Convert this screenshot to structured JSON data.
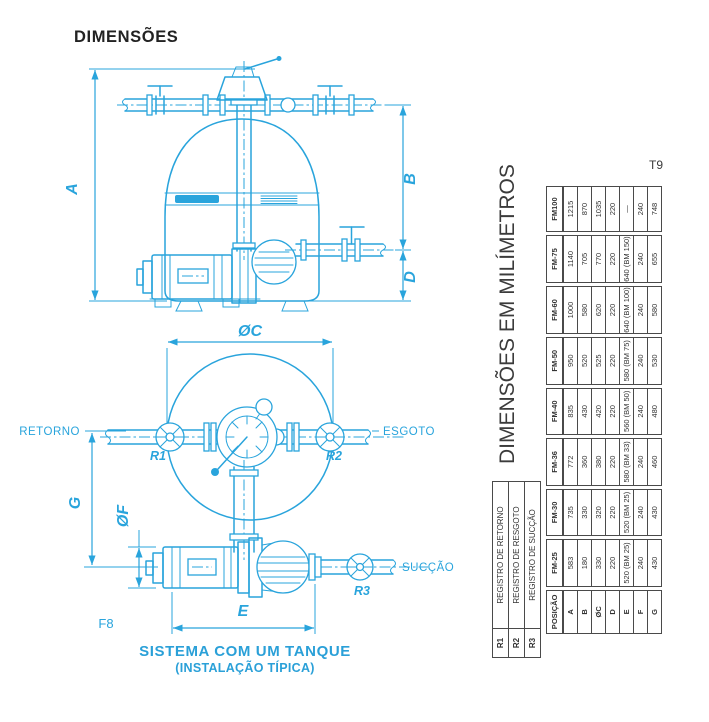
{
  "page": {
    "title": "DIMENSÕES",
    "page_ref": "T9",
    "figure_ref": "F8",
    "caption_line1": "SISTEMA COM UM TANQUE",
    "caption_line2": "(INSTALAÇÃO TÍPICA)"
  },
  "colors": {
    "diagram_blue": "#29a4dc",
    "text_dark": "#3a3a3a"
  },
  "diagram": {
    "labels": {
      "dim_a": "A",
      "dim_b": "B",
      "dim_d": "D",
      "dim_c": "ØC",
      "dim_f": "ØF",
      "dim_g": "G",
      "dim_e": "E",
      "retorno": "RETORNO",
      "esgoto": "ESGOTO",
      "succao": "SUCÇÃO",
      "r1": "R1",
      "r2": "R2",
      "r3": "R3"
    }
  },
  "legend": {
    "rows": [
      {
        "code": "R1",
        "label": "REGISTRO DE RETORNO"
      },
      {
        "code": "R2",
        "label": "REGISTRO DE RESGOTO"
      },
      {
        "code": "R3",
        "label": "REGISTRO DE SUCÇÃO"
      }
    ]
  },
  "table": {
    "title": "DIMENSÕES EM MILÍMETROS",
    "header": [
      "POSIÇÃO",
      "FM-25",
      "FM-30",
      "FM-36",
      "FM-40",
      "FM-50",
      "FM-60",
      "FM-75",
      "FM100"
    ],
    "rows": [
      [
        "A",
        "583",
        "735",
        "772",
        "835",
        "950",
        "1000",
        "1140",
        "1215"
      ],
      [
        "B",
        "180",
        "330",
        "360",
        "430",
        "520",
        "580",
        "705",
        "870"
      ],
      [
        "ØC",
        "330",
        "320",
        "380",
        "420",
        "525",
        "620",
        "770",
        "1035"
      ],
      [
        "D",
        "220",
        "220",
        "220",
        "220",
        "220",
        "220",
        "220",
        "220"
      ],
      [
        "E",
        "520 (BM 25)",
        "520 (BM 25)",
        "580 (BM 33)",
        "560 (BM 50)",
        "580 (BM 75)",
        "640 (BM 100)",
        "640 (BM 150)",
        "—"
      ],
      [
        "F",
        "240",
        "240",
        "240",
        "240",
        "240",
        "240",
        "240",
        "240"
      ],
      [
        "G",
        "430",
        "430",
        "460",
        "480",
        "530",
        "580",
        "655",
        "748"
      ]
    ]
  }
}
